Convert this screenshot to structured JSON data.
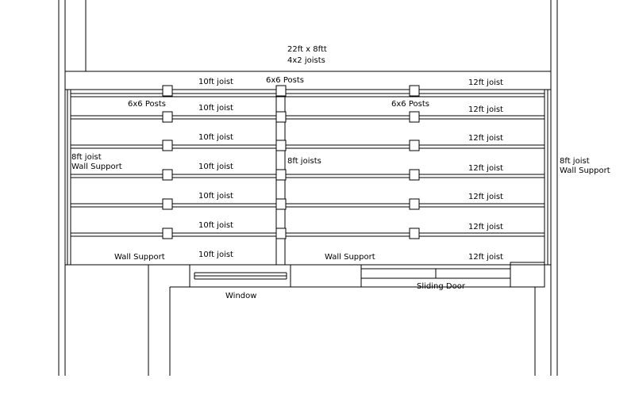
{
  "title": {
    "line1": "22ft  x  8ftt",
    "line2": "4x2  joists"
  },
  "labels": {
    "posts_top_center": "6x6  Posts",
    "posts_left": "6x6  Posts",
    "posts_right": "6x6  Posts",
    "left_wall_line1": "8ft  joist",
    "left_wall_line2": "Wall  Support",
    "right_wall_line1": "8ft  joist",
    "right_wall_line2": "Wall  Support",
    "center_joists": "8ft  joists",
    "wall_support_left": "Wall  Support",
    "wall_support_right": "Wall  Support",
    "window": "Window",
    "sliding_door": "Sliding  Door"
  },
  "joists": {
    "left": [
      "10ft  joist",
      "10ft  joist",
      "10ft  joist",
      "10ft  joist",
      "10ft  joist",
      "10ft  joist",
      "10ft  joist"
    ],
    "right": [
      "12ft  joist",
      "12ft  joist",
      "12ft  joist",
      "12ft  joist",
      "12ft  joist",
      "12ft  joist",
      "12ft  joist"
    ]
  },
  "colors": {
    "line": "#000000",
    "background": "#ffffff"
  }
}
